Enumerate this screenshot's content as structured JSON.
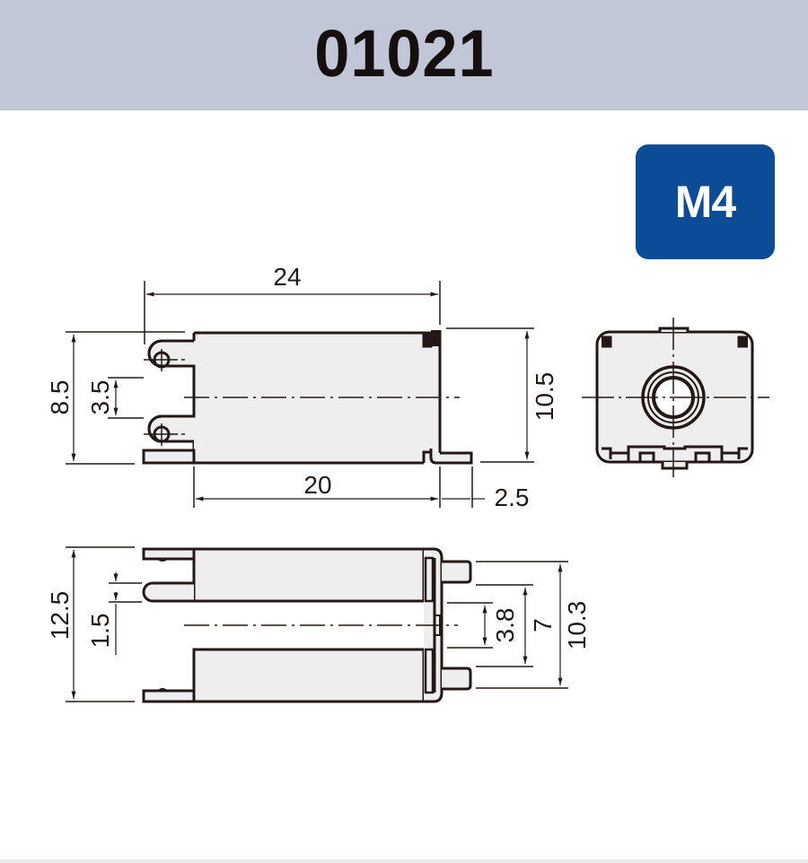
{
  "header": {
    "part_number": "01021",
    "background_color": "#c2c7d7"
  },
  "badge": {
    "label": "M4",
    "color": "#0c4b96"
  },
  "front_view": {
    "dimensions": {
      "overall_length": "24",
      "body_length": "20",
      "tab_length": "2.5",
      "outer_height": "8.5",
      "slot_width": "3.5",
      "right_height": "10.5"
    }
  },
  "end_view": {
    "description": "end view with threaded hole"
  },
  "side_view": {
    "dimensions": {
      "overall_height": "12.5",
      "slot_gap": "1.5",
      "inner_gap": "3.8",
      "pin_inner": "7",
      "pin_outer": "10.3"
    }
  },
  "colors": {
    "line": "#231815",
    "fill": "#eeeeee"
  }
}
